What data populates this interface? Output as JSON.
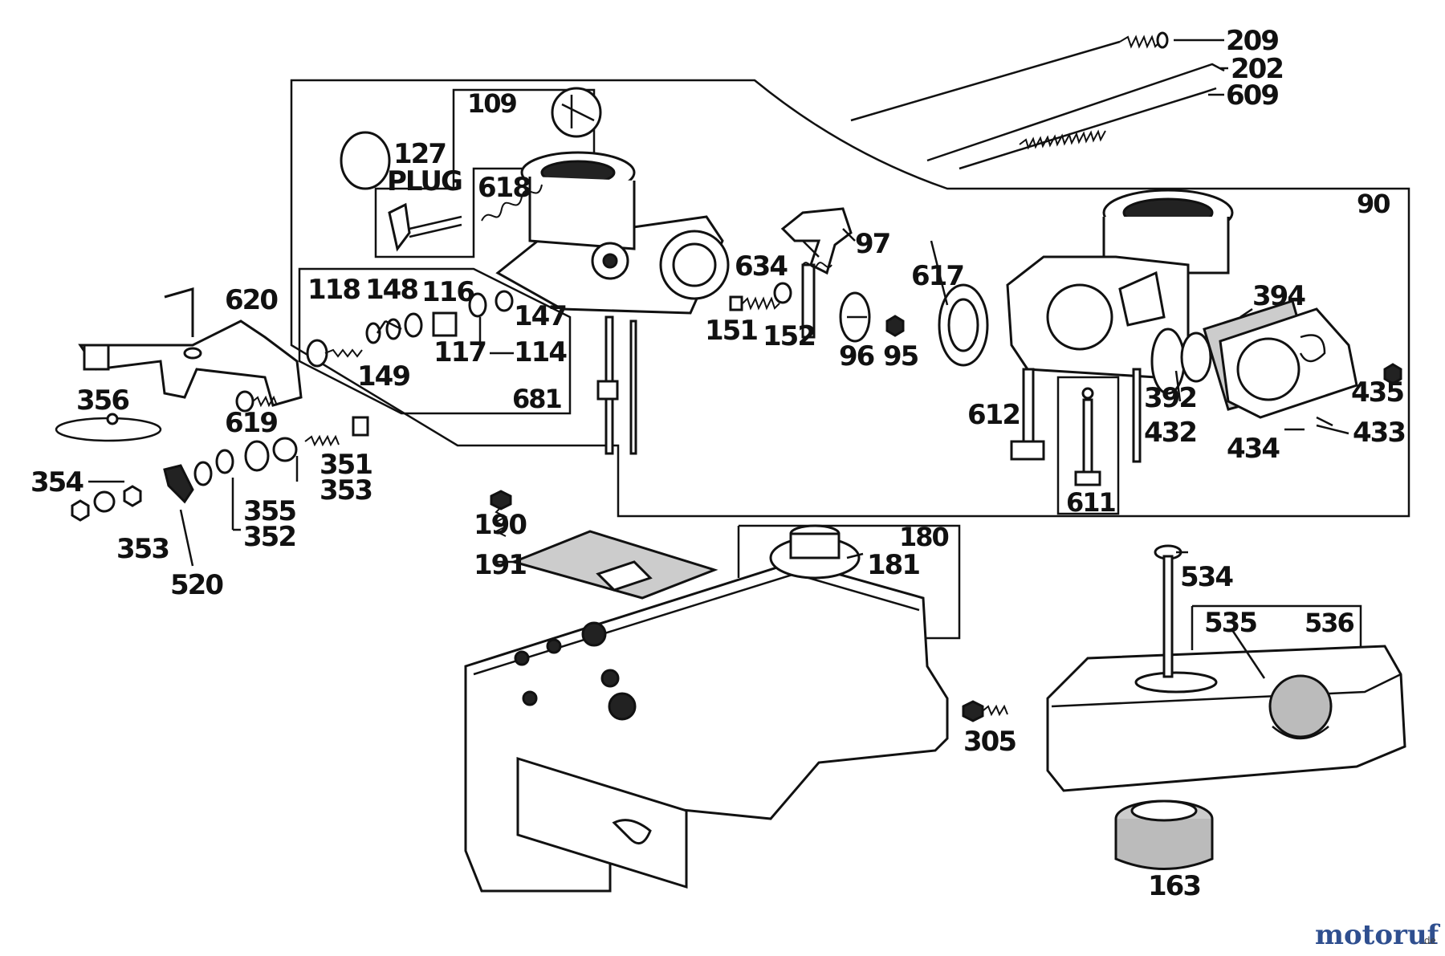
{
  "labels": {
    "p209": "209",
    "p202": "202",
    "p609": "609",
    "p90": "90",
    "p109": "109",
    "p127": "127",
    "plug": "PLUG",
    "p618": "618",
    "p97": "97",
    "p634": "634",
    "p617": "617",
    "p394": "394",
    "p620": "620",
    "p118": "118",
    "p148": "148",
    "p116": "116",
    "p147": "147",
    "p151": "151",
    "p152": "152",
    "p96": "96",
    "p95": "95",
    "p117": "117",
    "p114": "114",
    "p149": "149",
    "p681": "681",
    "p356": "356",
    "p619": "619",
    "p612": "612",
    "p392": "392",
    "p435": "435",
    "p432": "432",
    "p433": "433",
    "p434": "434",
    "p351": "351",
    "p353a": "353",
    "p354": "354",
    "p355": "355",
    "p352": "352",
    "p353b": "353",
    "p520": "520",
    "p611": "611",
    "p190": "190",
    "p180": "180",
    "p191": "191",
    "p181": "181",
    "p534": "534",
    "p535": "535",
    "p536": "536",
    "p305": "305",
    "p163": "163"
  },
  "watermark": {
    "part1": "motoruf",
    "part2": ".de"
  }
}
